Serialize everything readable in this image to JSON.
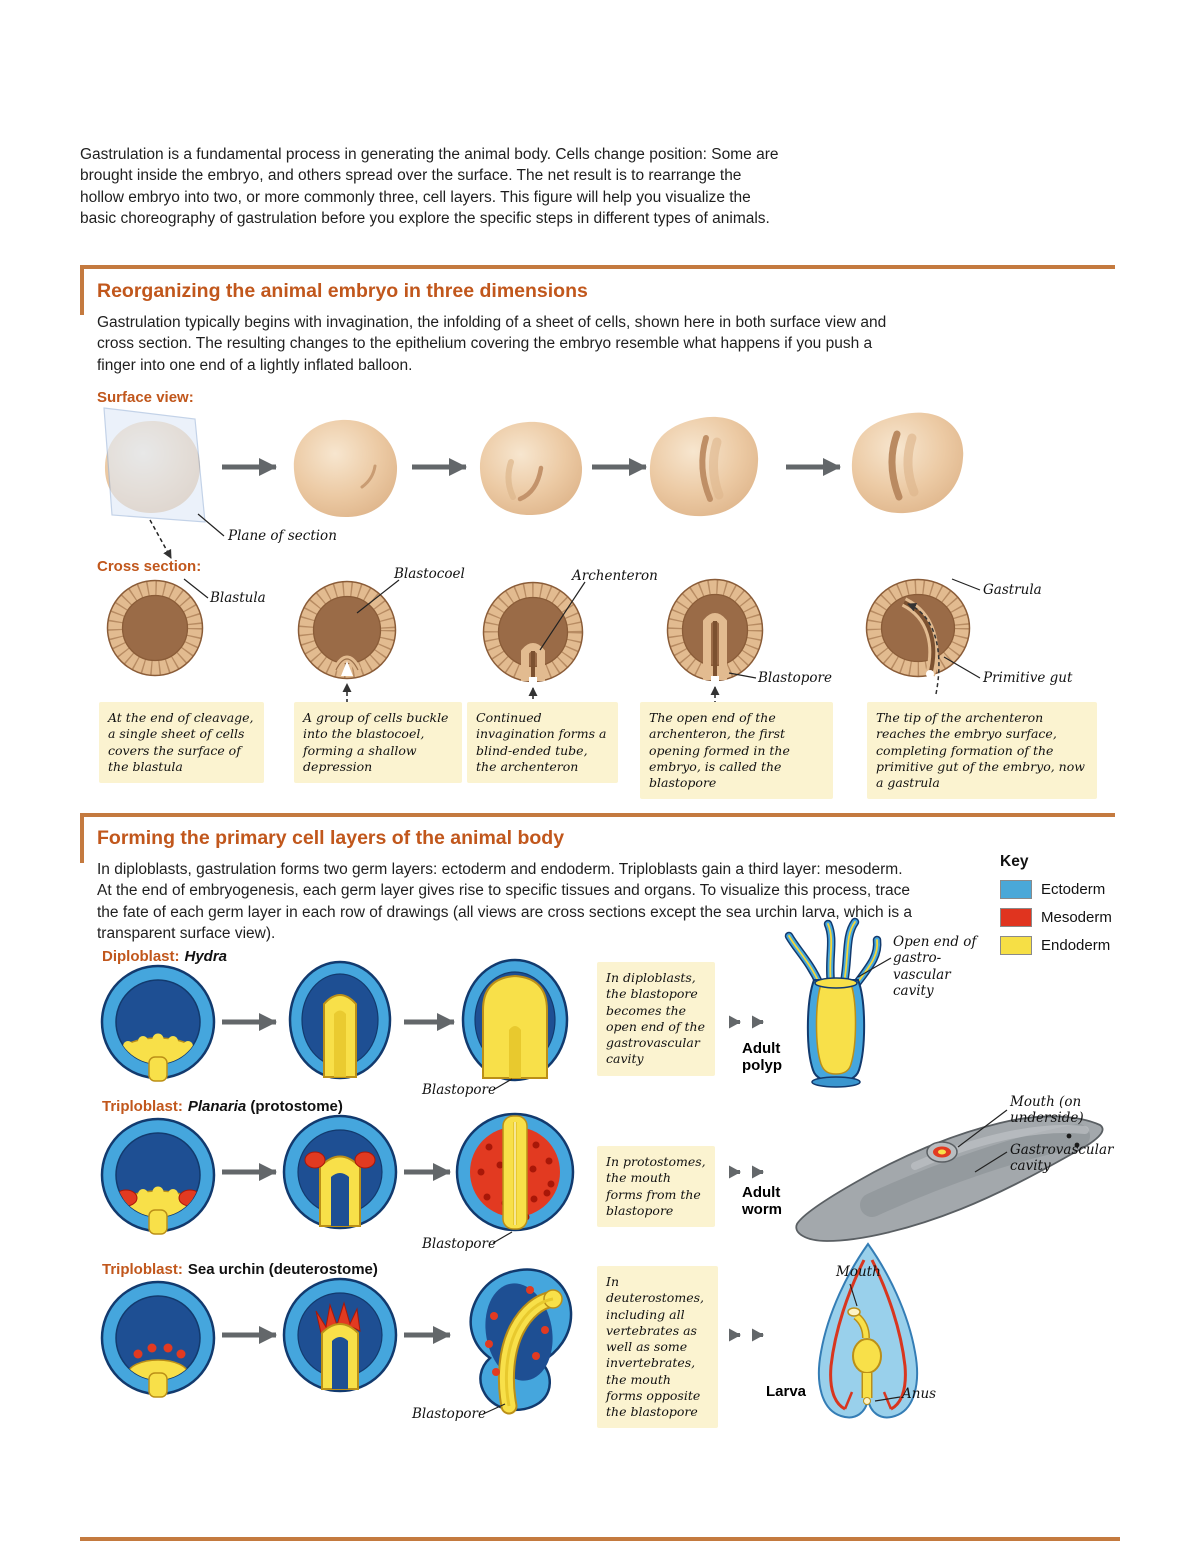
{
  "intro": "Gastrulation is a fundamental process in generating the animal body. Cells change position: Some are brought inside the embryo, and others spread over the surface. The net result is to rearrange the hollow embryo into two, or more commonly three, cell layers. This figure will help you visualize the basic choreography of gastrulation before you explore the specific steps in different types of animals.",
  "section1": {
    "title": "Reorganizing the animal embryo in three dimensions",
    "intro": "Gastrulation typically begins with invagination, the infolding of a sheet of cells, shown here in both surface view and cross section. The resulting changes to the epithelium covering the embryo resemble what happens if you push a finger into one end of a lightly inflated balloon.",
    "surface_view_label": "Surface view:",
    "plane_of_section_label": "Plane of section",
    "cross_section_label": "Cross section:",
    "labels": {
      "blastula": "Blastula",
      "blastocoel": "Blastocoel",
      "archenteron": "Archenteron",
      "blastopore": "Blastopore",
      "gastrula": "Gastrula",
      "primitive_gut": "Primitive gut"
    },
    "captions": [
      "At the end of cleavage, a single sheet of cells covers the surface of the blastula",
      "A group of cells buckle into the blastocoel, forming a shallow depression",
      "Continued invagination forms a blind-ended tube, the archenteron",
      "The open end of the archenteron, the first opening formed in the embryo, is called the blastopore",
      "The tip of the archenteron reaches the embryo surface, completing formation of the primitive gut of the embryo, now a gastrula"
    ]
  },
  "section2": {
    "title": "Forming the primary cell layers of the animal body",
    "intro": "In diploblasts, gastrulation forms two germ layers: ectoderm and endoderm. Triploblasts gain a third layer: mesoderm. At the end of embryogenesis, each germ layer gives rise to specific tissues and organs. To visualize this process, trace the fate of each germ layer in each row of drawings (all views are cross sections except the sea urchin larva, which is a transparent surface view).",
    "key": {
      "title": "Key",
      "items": [
        {
          "label": "Ectoderm",
          "color": "#4aa8d8"
        },
        {
          "label": "Mesoderm",
          "color": "#e0341f"
        },
        {
          "label": "Endoderm",
          "color": "#f6df45"
        }
      ]
    },
    "rows": [
      {
        "heading_label": "Diploblast:",
        "heading_italic": "Hydra",
        "heading_suffix": "",
        "blastopore_label": "Blastopore",
        "caption": "In diploblasts, the blastopore becomes the open end of the gastrovascular cavity",
        "adult_label": "Adult polyp"
      },
      {
        "heading_label": "Triploblast:",
        "heading_italic": "Planaria",
        "heading_suffix": " (protostome)",
        "blastopore_label": "Blastopore",
        "caption": "In protostomes, the mouth forms from the blastopore",
        "adult_label": "Adult worm"
      },
      {
        "heading_label": "Triploblast:",
        "heading_italic": "",
        "heading_suffix": "Sea urchin (deuterostome)",
        "blastopore_label": "Blastopore",
        "caption": "In deuterostomes, including all vertebrates as well as some invertebrates, the mouth forms opposite the blastopore",
        "adult_label": "Larva"
      }
    ],
    "callouts": {
      "open_end": "Open end of gastro-vascular cavity",
      "mouth_underside": "Mouth (on underside)",
      "gastrovascular_cavity": "Gastrovascular cavity",
      "mouth": "Mouth",
      "anus": "Anus"
    }
  }
}
